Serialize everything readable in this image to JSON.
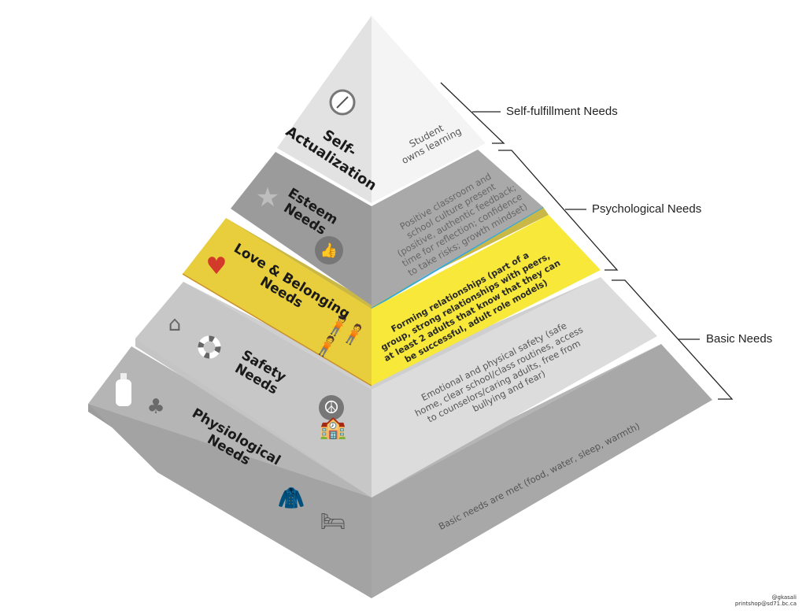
{
  "tiers": [
    {
      "title_line1": "Self-",
      "title_line2": "Actualization",
      "description": [
        "Student",
        "owns learning"
      ]
    },
    {
      "title_line1": "Esteem",
      "title_line2": "Needs",
      "description": [
        "Positive classroom and",
        "school culture present",
        "(positive, authentic feedback;",
        "time for reflection; confidence",
        "to take risks; growth mindset)"
      ]
    },
    {
      "title_line1": "Love & Belonging",
      "title_line2": "Needs",
      "description": [
        "Forming relationships (part of a",
        "group, strong relationships with peers,",
        "at least 2 adults that know that they can",
        "be successful, adult role models)"
      ]
    },
    {
      "title_line1": "Safety",
      "title_line2": "Needs",
      "description": [
        "Emotional and physical safety (safe",
        "home, clear school/class routines, access",
        "to counselors/caring adults, free from",
        "bullying and fear)"
      ]
    },
    {
      "title_line1": "Physiological",
      "title_line2": "Needs",
      "description": [
        "Basic needs are met (food, water, sleep, warmth)"
      ]
    }
  ],
  "groups": [
    {
      "label": "Self-fulfillment Needs"
    },
    {
      "label": "Psychological Needs"
    },
    {
      "label": "Basic Needs"
    }
  ],
  "credits": [
    "@gkasali",
    "printshop@sd71.bc.ca"
  ],
  "colors": {
    "yellow_left": "#e8cd3c",
    "yellow_right": "#f7e83a",
    "accent_line": "#3aa8d8"
  }
}
